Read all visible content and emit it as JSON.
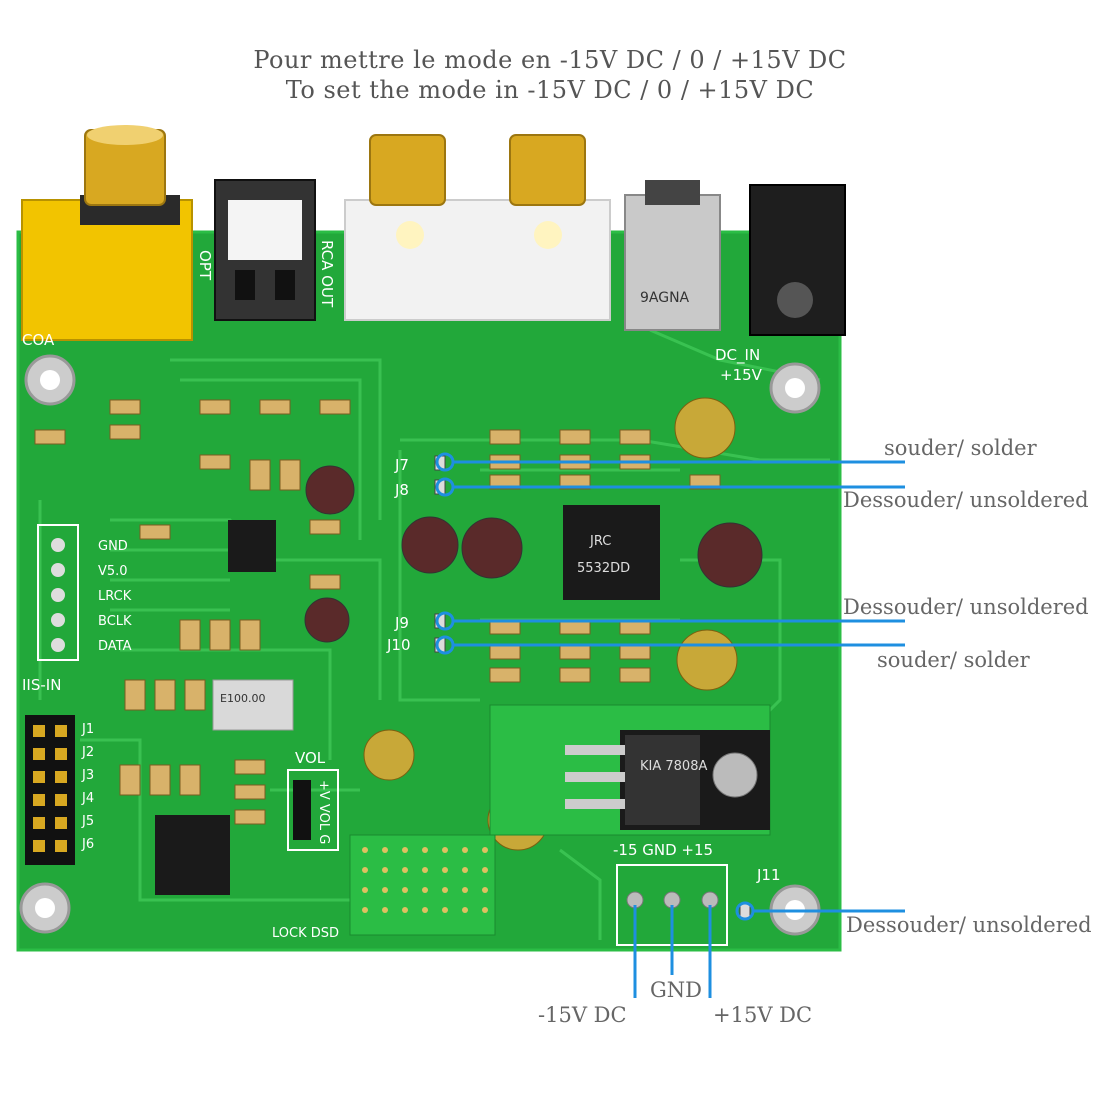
{
  "title": {
    "line1": "Pour mettre le mode en -15V DC / 0 / +15V DC",
    "line2": "To set the mode in -15V DC / 0 / +15V DC"
  },
  "board": {
    "connectors": [
      "COA",
      "OPT",
      "RCA OUT",
      "DC_IN",
      "+15V"
    ],
    "iis_pins": [
      "GND",
      "V5.0",
      "LRCK",
      "BCLK",
      "DATA"
    ],
    "iis_label": "IIS-IN",
    "jumpers": [
      "J7",
      "J8",
      "J9",
      "J10",
      "J11"
    ],
    "j_header": [
      "J1",
      "J2",
      "J3",
      "J4",
      "J5",
      "J6"
    ],
    "vol_label": "VOL",
    "vol_switch": "+V VOL G",
    "power_pins_label": "-15 GND +15",
    "leds_label": "LOCK DSD",
    "chip_label_1": "JRC",
    "chip_label_2": "5532DD",
    "regulator_label": "KIA 7808A",
    "usb_label": "9AGNA",
    "osc_label": "E100.00"
  },
  "annotations": {
    "j7": "souder/ solder",
    "j8": "Dessouder/ unsoldered",
    "j9": "Dessouder/ unsoldered",
    "j10": "souder/ solder",
    "j11": "Dessouder/ unsoldered",
    "minus15": "-15V DC",
    "gnd": "GND",
    "plus15": "+15V DC"
  },
  "colors": {
    "pcb": "#22a83a",
    "trace": "#3cc454",
    "callout": "#1e8fe0",
    "gold": "#d8a821",
    "coax_yellow": "#f2c400"
  }
}
